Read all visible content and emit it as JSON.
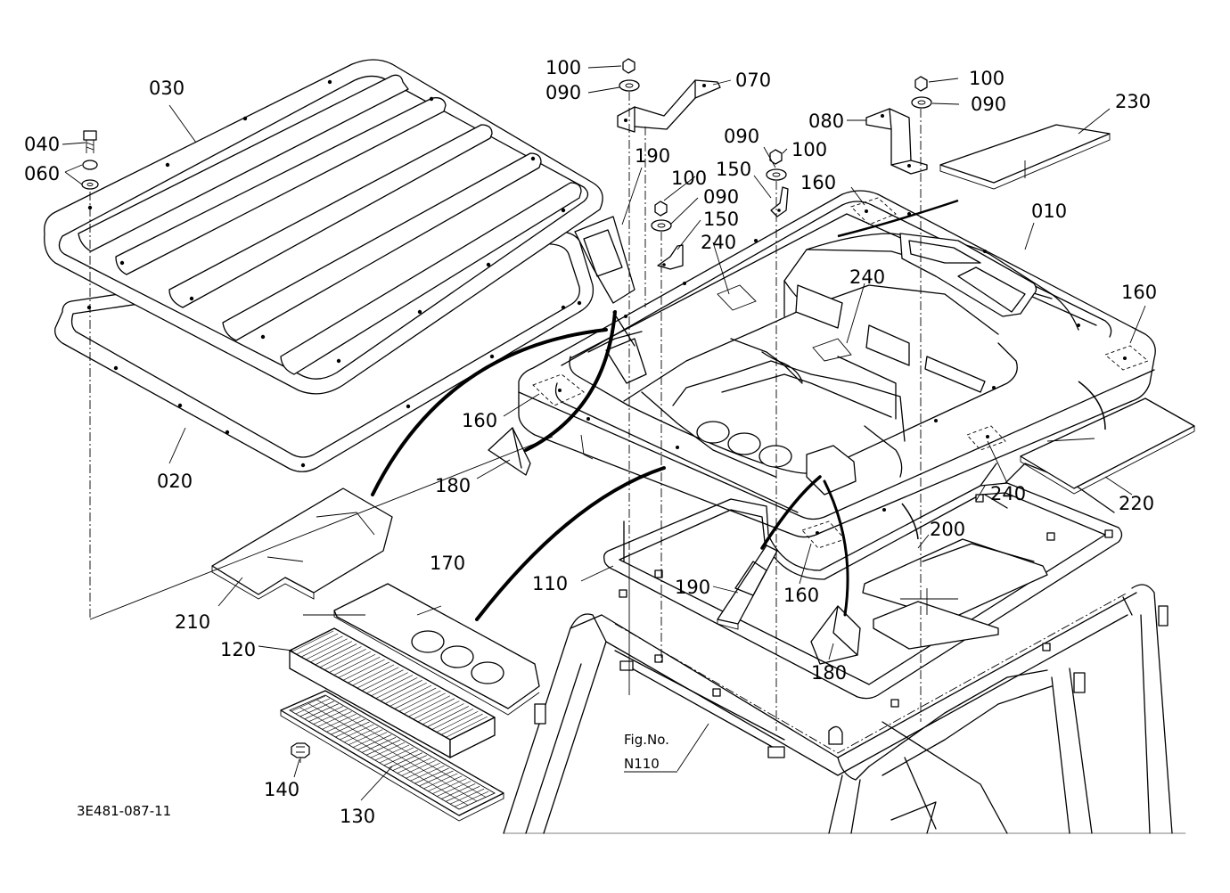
{
  "drawing_code": "3E481-087-11",
  "figure_ref": {
    "line1": "Fig.No.",
    "line2": "N110"
  },
  "callouts": [
    {
      "id": "c010",
      "text": "010"
    },
    {
      "id": "c020",
      "text": "020"
    },
    {
      "id": "c030",
      "text": "030"
    },
    {
      "id": "c040",
      "text": "040"
    },
    {
      "id": "c060",
      "text": "060"
    },
    {
      "id": "c070",
      "text": "070"
    },
    {
      "id": "c080",
      "text": "080"
    },
    {
      "id": "c090a",
      "text": "090"
    },
    {
      "id": "c090b",
      "text": "090"
    },
    {
      "id": "c090c",
      "text": "090"
    },
    {
      "id": "c090d",
      "text": "090"
    },
    {
      "id": "c100a",
      "text": "100"
    },
    {
      "id": "c100b",
      "text": "100"
    },
    {
      "id": "c100c",
      "text": "100"
    },
    {
      "id": "c100d",
      "text": "100"
    },
    {
      "id": "c110",
      "text": "110"
    },
    {
      "id": "c120",
      "text": "120"
    },
    {
      "id": "c130",
      "text": "130"
    },
    {
      "id": "c140",
      "text": "140"
    },
    {
      "id": "c150a",
      "text": "150"
    },
    {
      "id": "c150b",
      "text": "150"
    },
    {
      "id": "c160a",
      "text": "160"
    },
    {
      "id": "c160b",
      "text": "160"
    },
    {
      "id": "c160c",
      "text": "160"
    },
    {
      "id": "c160d",
      "text": "160"
    },
    {
      "id": "c170",
      "text": "170"
    },
    {
      "id": "c180a",
      "text": "180"
    },
    {
      "id": "c180b",
      "text": "180"
    },
    {
      "id": "c190a",
      "text": "190"
    },
    {
      "id": "c190b",
      "text": "190"
    },
    {
      "id": "c200",
      "text": "200"
    },
    {
      "id": "c210",
      "text": "210"
    },
    {
      "id": "c220",
      "text": "220"
    },
    {
      "id": "c230",
      "text": "230"
    },
    {
      "id": "c240a",
      "text": "240"
    },
    {
      "id": "c240b",
      "text": "240"
    },
    {
      "id": "c240c",
      "text": "240"
    }
  ]
}
